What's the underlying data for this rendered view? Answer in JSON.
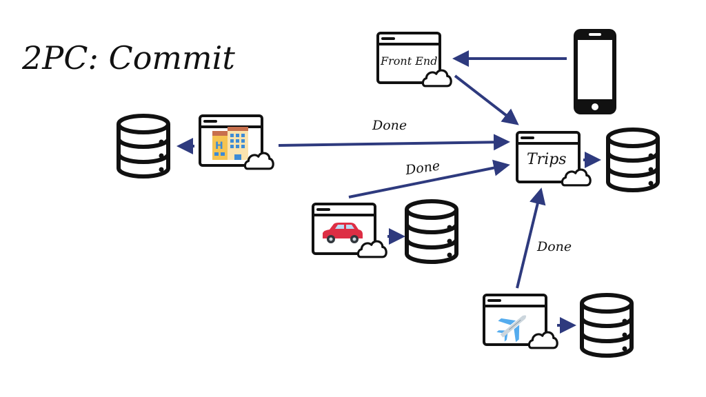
{
  "title": "2PC: Commit",
  "colors": {
    "arrow": "#2e3a7e",
    "outline": "#111111",
    "background": "#ffffff"
  },
  "nodes": {
    "phone": {
      "icon": "smartphone-icon"
    },
    "front_end": {
      "label": "Front End",
      "icon": "web-service-icon"
    },
    "trips": {
      "label": "Trips",
      "icon": "web-service-icon"
    },
    "hotel": {
      "icon": "hotel-building-icon"
    },
    "car": {
      "icon": "car-icon"
    },
    "flight": {
      "icon": "airplane-icon"
    }
  },
  "edges": [
    {
      "from": "phone",
      "to": "front_end",
      "label": ""
    },
    {
      "from": "front_end",
      "to": "trips",
      "label": ""
    },
    {
      "from": "hotel",
      "to": "trips",
      "label": "Done"
    },
    {
      "from": "car",
      "to": "trips",
      "label": "Done"
    },
    {
      "from": "flight",
      "to": "trips",
      "label": "Done"
    },
    {
      "from": "hotel",
      "to": "hotel_db",
      "label": ""
    },
    {
      "from": "trips",
      "to": "trips_db",
      "label": ""
    },
    {
      "from": "car",
      "to": "car_db",
      "label": ""
    },
    {
      "from": "flight",
      "to": "flight_db",
      "label": ""
    }
  ],
  "labels": {
    "hotel_done": "Done",
    "car_done": "Done",
    "flight_done": "Done"
  }
}
